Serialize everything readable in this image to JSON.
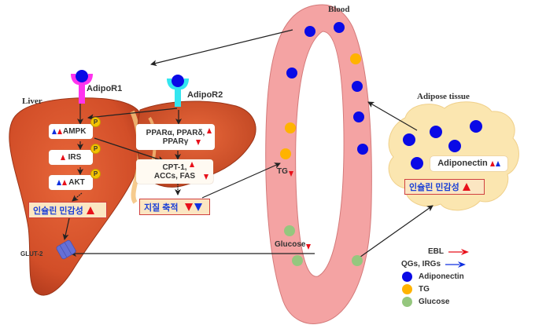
{
  "title": "Adiponectin signaling: liver, blood and adipose tissue",
  "colors": {
    "adiponectin": "#0a0ae6",
    "tg": "#ffb300",
    "glucose": "#95c77e",
    "blood_vessel": "#f4a3a3",
    "liver": "#d9542c",
    "adipose": "#fbe6b0",
    "ebl_arrow": "#e8101a",
    "qgs_irgs_arrow": "#1030e0",
    "adipor1": "#ff33ee",
    "adipor2": "#33e6f0",
    "glut2": "#6670d6",
    "korean_text": "#1a3fd6"
  },
  "labels": {
    "blood": "Blood",
    "liver": "Liver",
    "adipose_tissue": "Adipose tissue",
    "adipor1": "AdipoR1",
    "adipor2": "AdipoR2",
    "glut2": "GLUT-2",
    "tg": "TG",
    "glucose": "Glucose",
    "phospho": "P"
  },
  "liver_pathway": {
    "ampk": "AMPK",
    "irs": "IRS",
    "akt": "AKT",
    "insulin_sensitivity": "인슐린 민감성",
    "ppar": "PPARα, PPARδ, PPARγ",
    "ppar_line1": "PPARα, PPARδ,",
    "ppar_line2": "PPARγ",
    "cpt": "CPT-1, ACCs, FAS",
    "cpt_line1": "CPT-1,",
    "cpt_line2": "ACCs, FAS",
    "lipid_accumulation": "지질 축적"
  },
  "adipose": {
    "adiponectin": "Adiponectin",
    "insulin_sensitivity": "인슐린 민감성"
  },
  "legend": {
    "items": [
      {
        "label": "EBL",
        "symbol": "red-arrow"
      },
      {
        "label": "QGs, IRGs",
        "symbol": "blue-arrow"
      },
      {
        "label": "Adiponectin",
        "symbol": "blue-circle"
      },
      {
        "label": "TG",
        "symbol": "orange-circle"
      },
      {
        "label": "Glucose",
        "symbol": "green-circle"
      }
    ]
  },
  "regulation": {
    "ampk": [
      "up-blue",
      "up-red"
    ],
    "irs": [
      "up-red"
    ],
    "akt": [
      "up-blue",
      "up-red"
    ],
    "liver_insulin_sensitivity": [
      "up-red"
    ],
    "ppar": [
      "up-red",
      "down-red"
    ],
    "cpt": [
      "up-red",
      "down-red"
    ],
    "lipid_accumulation": [
      "down-red",
      "down-blue"
    ],
    "tg_blood": [
      "down-red"
    ],
    "glucose_blood": [
      "down-red"
    ],
    "adiponectin": [
      "up-red",
      "up-blue"
    ],
    "adipose_insulin_sensitivity": [
      "up-red"
    ]
  }
}
